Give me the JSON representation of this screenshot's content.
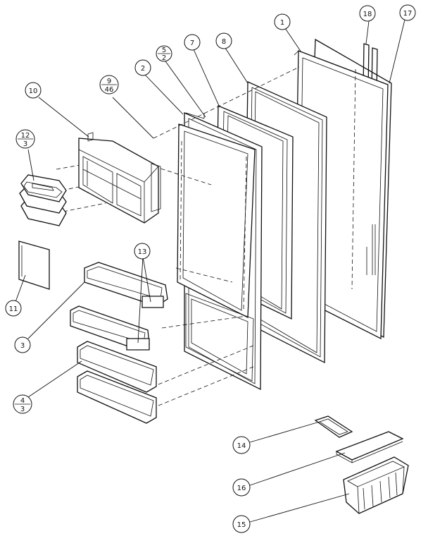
{
  "callouts": {
    "c1": {
      "label": "1"
    },
    "c2": {
      "label": "2"
    },
    "c3": {
      "label": "3"
    },
    "c4": {
      "top": "4",
      "bottom": "3"
    },
    "c5": {
      "top": "5",
      "bottom": "2"
    },
    "c7": {
      "label": "7"
    },
    "c8": {
      "label": "8"
    },
    "c9": {
      "top": "9",
      "bottom": "46"
    },
    "c10": {
      "label": "10"
    },
    "c11": {
      "label": "11"
    },
    "c12": {
      "top": "12",
      "bottom": "3"
    },
    "c13": {
      "label": "13"
    },
    "c14": {
      "label": "14"
    },
    "c15": {
      "label": "15"
    },
    "c16": {
      "label": "16"
    },
    "c17": {
      "label": "17"
    },
    "c18": {
      "label": "18"
    }
  }
}
